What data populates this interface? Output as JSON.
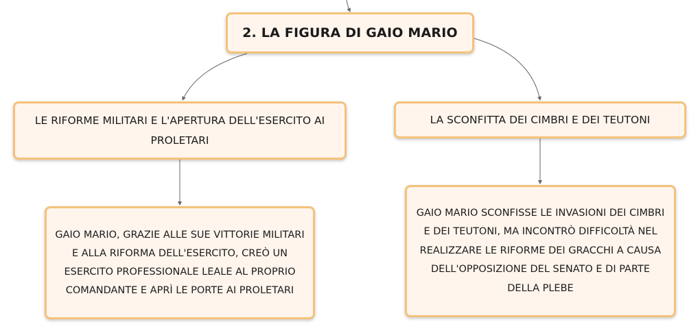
{
  "mindmap": {
    "root": {
      "label": "2. LA FIGURA DI GAIO MARIO"
    },
    "left_topic": {
      "label": "LE RIFORME MILITARI E L'APERTURA DELL'ESERCITO AI PROLETARI"
    },
    "right_topic": {
      "label": "LA SCONFITTA DEI CIMBRI E DEI TEUTONI"
    },
    "left_detail": {
      "label": "GAIO MARIO, GRAZIE ALLE SUE VITTORIE MILITARI E ALLA RIFORMA DELL'ESERCITO, CREÒ UN ESERCITO PROFESSIONALE LEALE AL PROPRIO COMANDANTE E APRÌ LE PORTE AI PROLETARI"
    },
    "right_detail": {
      "label": "GAIO MARIO SCONFISSE LE INVASIONI DEI CIMBRI E DEI TEUTONI, MA INCONTRÒ DIFFICOLTÀ NEL REALIZZARE LE RIFORME DEI GRACCHI A CAUSA DELL'OPPOSIZIONE DEL SENATO E DI PARTE DELLA PLEBE"
    }
  },
  "colors": {
    "node_fill": "#fff5ed",
    "node_border": "#f5c27a",
    "connector": "#666666",
    "text": "#1a1a1a"
  }
}
